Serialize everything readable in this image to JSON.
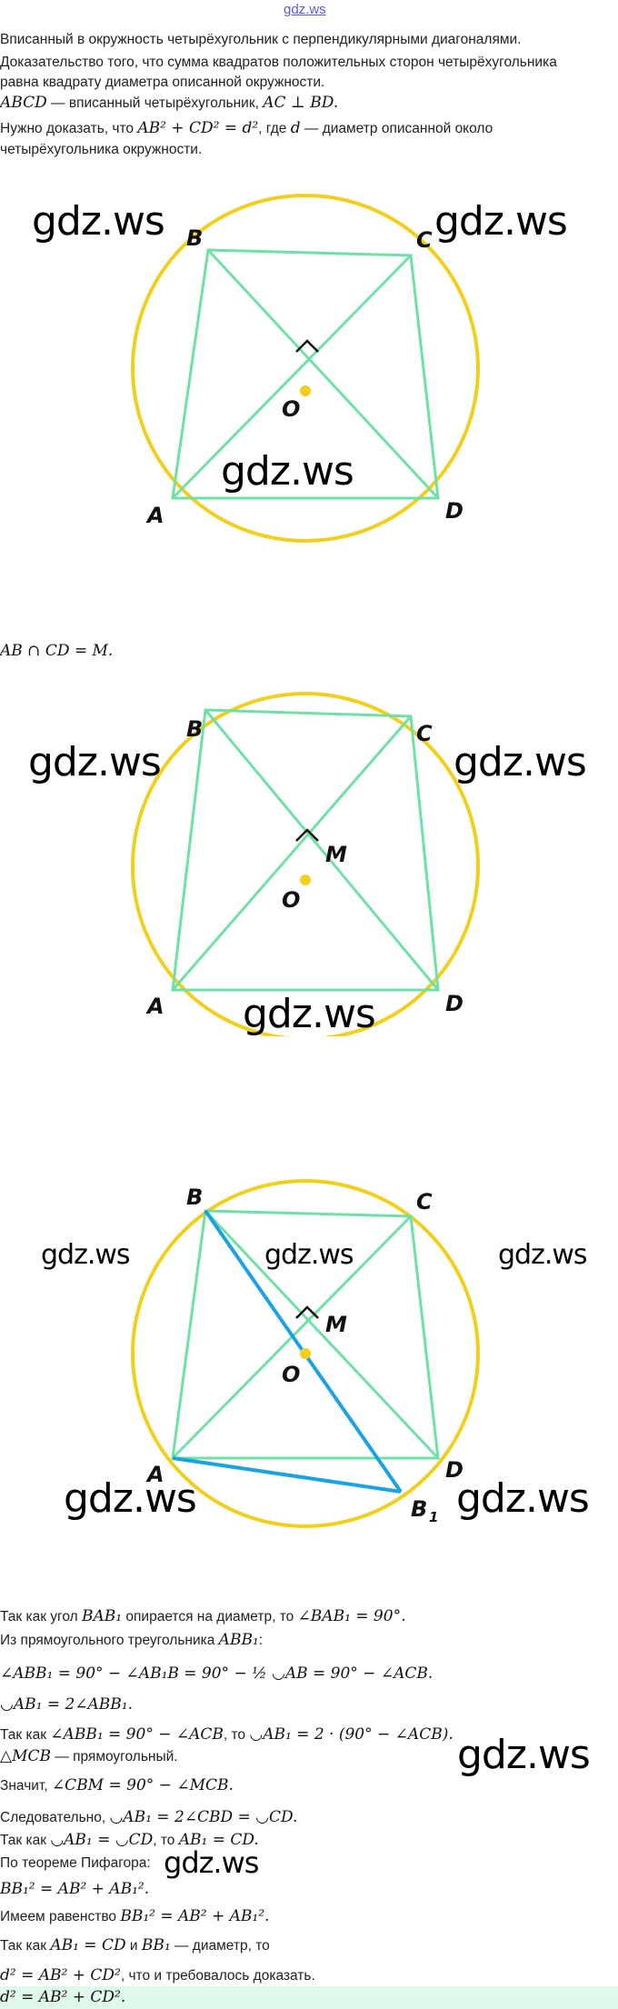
{
  "site_link": "gdz.ws",
  "watermark": "gdz.ws",
  "intro": [
    [
      {
        "t": "Вписанный в окружность четырёхугольник с перпендикулярными диагоналями."
      }
    ],
    [
      {
        "t": "Доказательство того, что сумма квадратов положительных сторон четырёхугольника"
      }
    ],
    [
      {
        "t": "равна квадрату диаметра описанной окружности."
      }
    ],
    [
      {
        "t": "ABCD",
        "m": 1
      },
      {
        "t": " — вписанный четырёхугольник, "
      },
      {
        "t": "AC ⊥ BD.",
        "m": 1
      }
    ],
    [
      {
        "t": "Нужно доказать, что "
      },
      {
        "t": "AB² + CD² = d²",
        "m": 1
      },
      {
        "t": ", где "
      },
      {
        "t": "d",
        "m": 1
      },
      {
        "t": " — диаметр описанной около"
      }
    ],
    [
      {
        "t": "четырёхугольника окружности."
      }
    ]
  ],
  "intersection": [
    {
      "t": "AB ∩ CD = M.",
      "m": 1
    }
  ],
  "figure_labels": {
    "A": "A",
    "B": "B",
    "C": "C",
    "D": "D",
    "O": "O",
    "M": "M",
    "B1": "B",
    "B1_sub": "1"
  },
  "colors": {
    "circle": "#f2cf1d",
    "quad": "#6fe0a6",
    "diameter": "#1aa3e0",
    "center": "#f2cf1d"
  },
  "proof": [
    [
      {
        "t": "Так как угол "
      },
      {
        "t": "BAB₁",
        "m": 1
      },
      {
        "t": " опирается на диаметр, то "
      },
      {
        "t": "∠BAB₁ = 90°.",
        "m": 1
      }
    ],
    [
      {
        "t": "Из прямоугольного треугольника "
      },
      {
        "t": "ABB₁",
        "m": 1
      },
      {
        "t": ":"
      }
    ],
    [
      {
        "t": "∠ABB₁ = 90° − ∠AB₁B = 90° − ½ ◡AB = 90° − ∠ACB.",
        "m": 1
      }
    ],
    [
      {
        "t": "◡AB₁ = 2∠ABB₁.",
        "m": 1
      }
    ],
    [
      {
        "t": "Так как "
      },
      {
        "t": "∠ABB₁ = 90° − ∠ACB",
        "m": 1
      },
      {
        "t": ", то "
      },
      {
        "t": "◡AB₁ = 2 · (90° − ∠ACB).",
        "m": 1
      }
    ],
    [
      {
        "t": "△MCB",
        "m": 1
      },
      {
        "t": " — прямоугольный."
      }
    ],
    [
      {
        "t": "Значит, "
      },
      {
        "t": "∠CBM = 90° − ∠MCB.",
        "m": 1
      }
    ],
    [
      {
        "t": "Следовательно, "
      },
      {
        "t": "◡AB₁ = 2∠CBD = ◡CD.",
        "m": 1
      }
    ],
    [
      {
        "t": "Так как "
      },
      {
        "t": "◡AB₁ = ◡CD",
        "m": 1
      },
      {
        "t": ", то "
      },
      {
        "t": "AB₁ = CD.",
        "m": 1
      }
    ],
    [
      {
        "t": "По теореме Пифагора:"
      }
    ],
    [
      {
        "t": "BB₁² = AB² + AB₁².",
        "m": 1
      }
    ],
    [
      {
        "t": "Имеем равенство "
      },
      {
        "t": "BB₁² = AB² + AB₁².",
        "m": 1
      }
    ],
    [
      {
        "t": "Так как "
      },
      {
        "t": "AB₁ = CD",
        "m": 1
      },
      {
        "t": " и "
      },
      {
        "t": "BB₁",
        "m": 1
      },
      {
        "t": " — диаметр, то"
      }
    ],
    [
      {
        "t": "d² = AB² + CD²",
        "m": 1
      },
      {
        "t": ", что и требовалось доказать."
      }
    ],
    [
      {
        "t": "d² = AB² + CD².",
        "m": 1
      }
    ]
  ]
}
